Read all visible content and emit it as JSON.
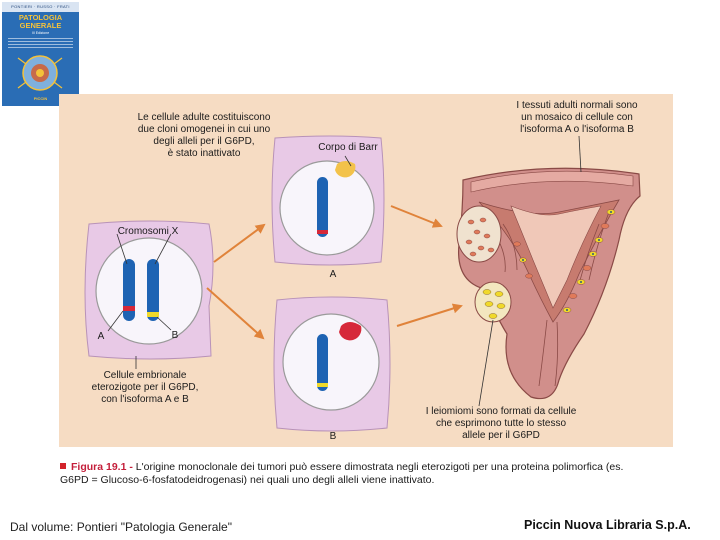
{
  "book_cover": {
    "authors": "PONTIERI · RUSSO · FRATI",
    "title_line1": "PATOLOGIA",
    "title_line2": "GENERALE",
    "edition": "III Edizione",
    "publisher": "PICCIN"
  },
  "diagram": {
    "text_two_clones": [
      "Le cellule adulte costituiscono",
      "due cloni omogenei in cui uno",
      "degli alleli per il G6PD,",
      "è stato inattivato"
    ],
    "text_tissues": [
      "I tessuti adulti normali sono",
      "un mosaico di cellule con",
      "l'isoforma A o l'isoforma B"
    ],
    "label_barr_body": "Corpo di Barr",
    "label_chromosomes": "Cromosomi X",
    "label_allele_a": "A",
    "label_allele_b": "B",
    "text_embryonic": [
      "Cellule embrionale",
      "eterozigote per il G6PD,",
      "con l'isoforma A e B"
    ],
    "label_cell_a": "A",
    "label_cell_b": "B",
    "text_leiomyomas": [
      "I leiomiomi sono formati da cellule",
      "che esprimono tutte lo stesso",
      "allele per il G6PD"
    ]
  },
  "caption": {
    "figure_number": "Figura 19.1 -",
    "line1": "L'origine monoclonale dei tumori può essere dimostrata negli eterozigoti per una proteina polimorfica (es.",
    "line2": "G6PD = Glucoso-6-fosfatodeidrogenasi) nei quali uno degli alleli viene inattivato."
  },
  "footer": {
    "source": "Dal volume: Pontieri \"Patologia Generale\"",
    "publisher": "Piccin Nuova Libraria S.p.A."
  },
  "colors": {
    "figure_background": "#f6dcc3",
    "cell_membrane": "#e8c9e6",
    "nucleus": "#f8f5fb",
    "chromosome": "#1e63b3",
    "allele_a": "#d62839",
    "allele_b": "#f0d92a",
    "barr_body_a": "#f3c24a",
    "barr_body_b": "#d62839",
    "arrow": "#e0833a",
    "caption_marker": "#d2232a",
    "cover_blue": "#2a6db5"
  }
}
